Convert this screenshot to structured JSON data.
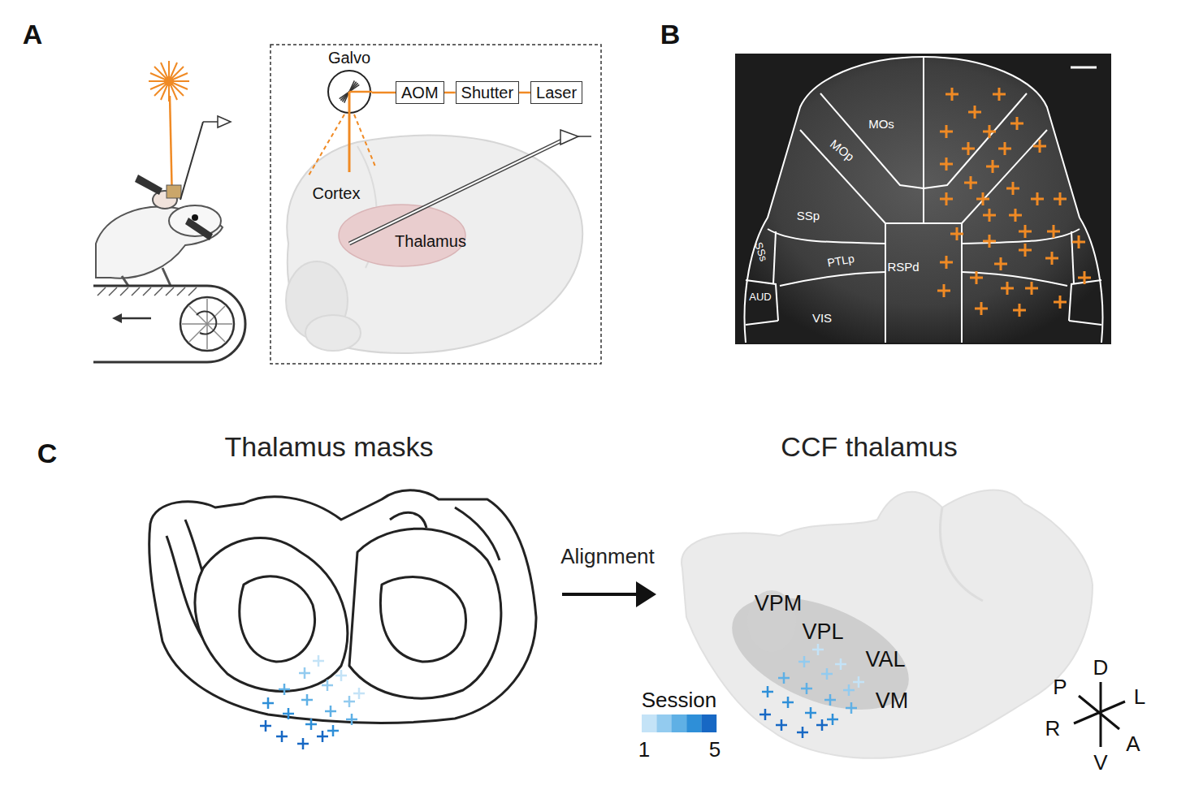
{
  "diagram": {
    "nodes": [
      {
        "text": [
          "Galvo"
        ]
      },
      {
        "text": [
          "AOM"
        ]
      },
      {
        "text": [
          "Shutter"
        ]
      },
      {
        "text": [
          "Laser"
        ]
      }
    ],
    "edges": [
      {
        "from": 0,
        "to": 1,
        "arrow": "none"
      },
      {
        "from": 1,
        "to": 2,
        "arrow": "none"
      },
      {
        "from": 2,
        "to": 3,
        "arrow": "none"
      }
    ],
    "labels": [
      "A",
      "B",
      "Cortex",
      "Thalamus",
      "MOs",
      "MOp",
      "SSp",
      "SSs",
      "AUD",
      "PTLp",
      "RSPd",
      "VIS",
      "C",
      "Thalamus masks",
      "Alignment",
      "CCF thalamus",
      "VPM",
      "VPL",
      "VAL",
      "VM",
      "Session",
      "1",
      "5",
      "D",
      "P",
      "L",
      "R",
      "A",
      "V"
    ]
  }
}
